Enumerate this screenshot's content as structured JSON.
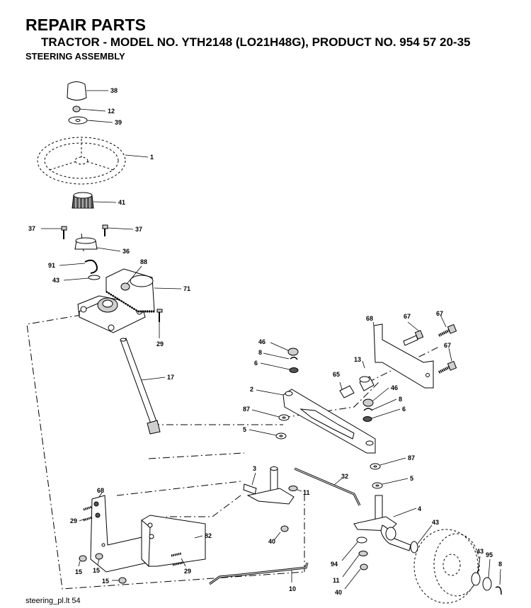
{
  "header": {
    "title": "REPAIR PARTS",
    "subtitle": "TRACTOR - MODEL NO. YTH2148 (LO21H48G), PRODUCT NO. 954 57 20-35",
    "section": "STEERING ASSEMBLY"
  },
  "footer": {
    "file_label": "steering_pl.lt  54"
  },
  "callouts": {
    "c38": "38",
    "c12": "12",
    "c39": "39",
    "c1": "1",
    "c41": "41",
    "c37a": "37",
    "c37b": "37",
    "c36": "36",
    "c91": "91",
    "c88": "88",
    "c43a": "43",
    "c71": "71",
    "c29a": "29",
    "c17": "17",
    "c68a": "68",
    "c67a": "67",
    "c67b": "67",
    "c67c": "67",
    "c46a": "46",
    "c8a": "8",
    "c6a": "6",
    "c13": "13",
    "c65": "65",
    "c2": "2",
    "c46b": "46",
    "c8b": "8",
    "c6b": "6",
    "c87a": "87",
    "c5a": "5",
    "c87b": "87",
    "c5b": "5",
    "c3": "3",
    "c32": "32",
    "c11a": "11",
    "c40a": "40",
    "c4": "4",
    "c43b": "43",
    "c68b": "68",
    "c29b": "29",
    "c82": "82",
    "c15a": "15",
    "c15b": "15",
    "c29c": "29",
    "c15c": "15",
    "c10": "10",
    "c94": "94",
    "c11b": "11",
    "c40b": "40",
    "c43c": "43",
    "c95": "95",
    "c8c": "8"
  }
}
